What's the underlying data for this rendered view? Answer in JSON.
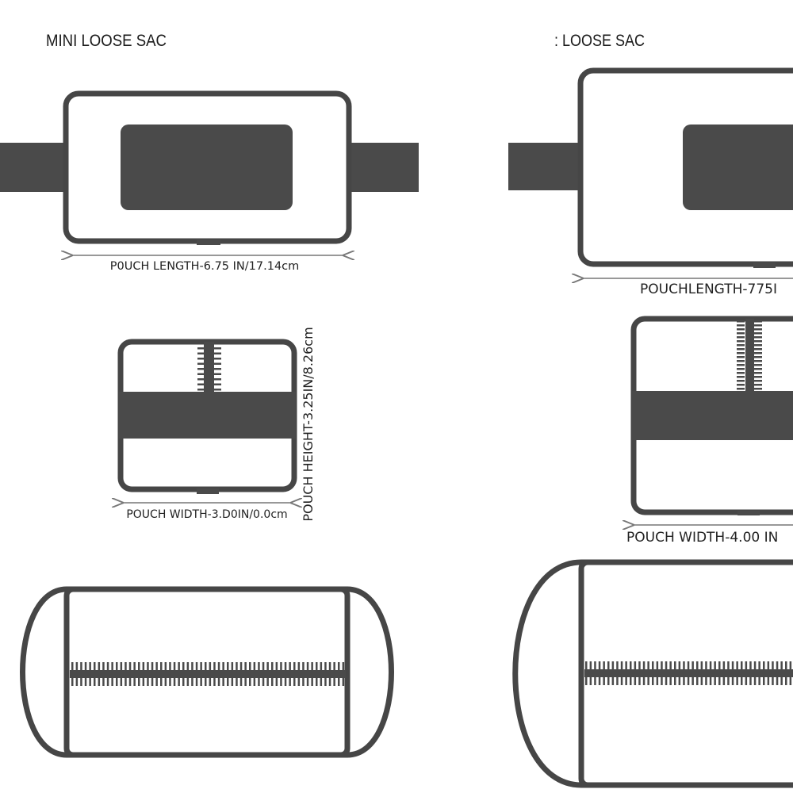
{
  "left_panel": {
    "title": "MINI LOOSE SAC",
    "length_label": "P0UCH LENGTH-6.75 IN/17.14cm",
    "width_label": "POUCH WIDTH-3.D0IN/0.0cm",
    "height_label": "POUCH HEIGHT-3.25IN/8.26cm"
  },
  "right_panel": {
    "title": ": LOOSE SAC",
    "length_label": "POUCHLENGTH-775I",
    "width_label": "POUCH WIDTH-4.00 IN"
  },
  "colors": {
    "outline": "#464646",
    "fill": "#4a4a4a",
    "background": "#ffffff"
  }
}
